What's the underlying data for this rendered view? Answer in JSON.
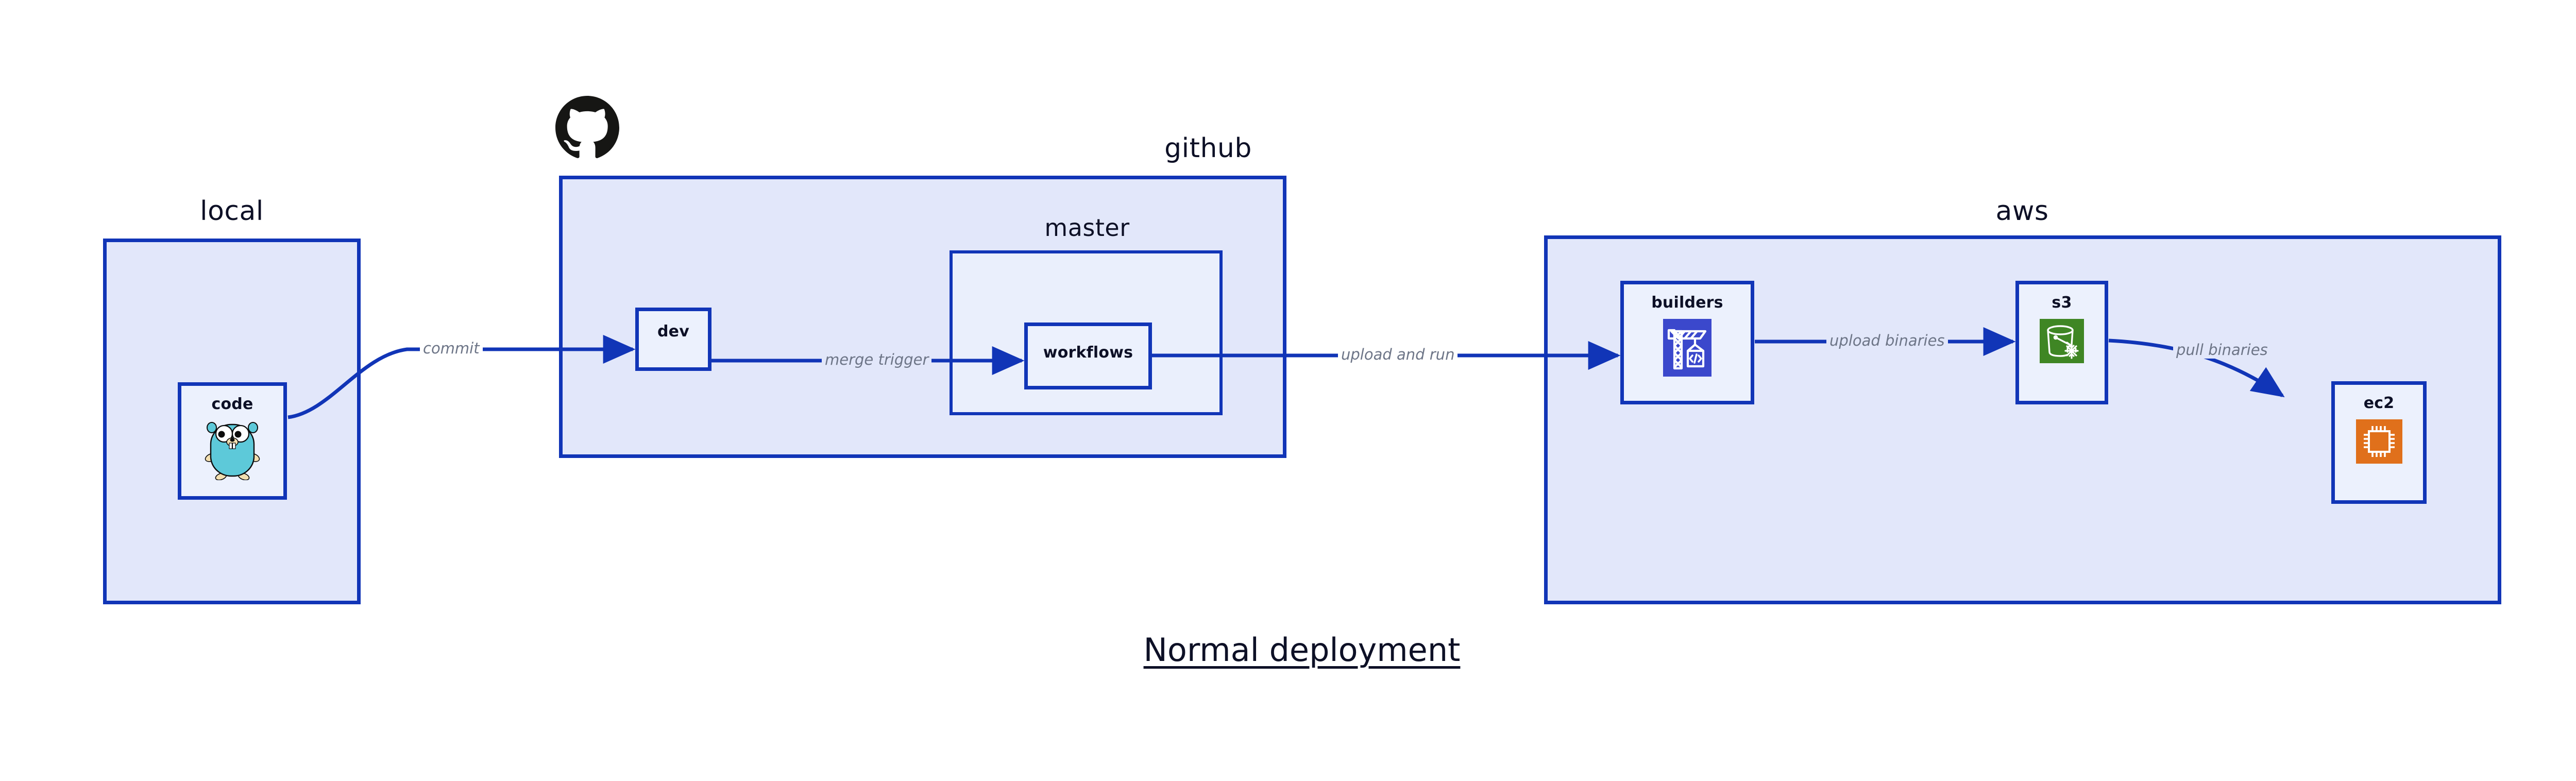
{
  "diagram": {
    "title": "Normal deployment",
    "accent_border": "#1135b7",
    "zone_fill": "#e2e7fa",
    "inner_fill": "#eaeffc",
    "node_fill": "#ecf1fd",
    "label_color": "#6d7587",
    "text_color": "#0d1026"
  },
  "zones": {
    "local": {
      "label": "local"
    },
    "github": {
      "label": "github",
      "logo": "github-octocat-logo"
    },
    "master": {
      "label": "master"
    },
    "aws": {
      "label": "aws"
    }
  },
  "nodes": {
    "code": {
      "label": "code",
      "icon": "go-gopher-icon",
      "icon_color": "#5dc9d9"
    },
    "dev": {
      "label": "dev"
    },
    "workflows": {
      "label": "workflows"
    },
    "builders": {
      "label": "builders",
      "icon": "aws-codebuild-icon",
      "icon_color": "#3b48cc"
    },
    "s3": {
      "label": "s3",
      "icon": "aws-s3-glacier-bucket-icon",
      "icon_color": "#3f8624"
    },
    "ec2": {
      "label": "ec2",
      "icon": "aws-ec2-chip-icon",
      "icon_color": "#e0701b"
    }
  },
  "edges": {
    "commit": {
      "label": "commit",
      "from": "code",
      "to": "dev"
    },
    "merge_trigger": {
      "label": "merge trigger",
      "from": "dev",
      "to": "workflows"
    },
    "upload_and_run": {
      "label": "upload and run",
      "from": "workflows",
      "to": "builders"
    },
    "upload_binaries": {
      "label": "upload binaries",
      "from": "builders",
      "to": "s3"
    },
    "pull_binaries": {
      "label": "pull binaries",
      "from": "s3",
      "to": "ec2"
    }
  }
}
